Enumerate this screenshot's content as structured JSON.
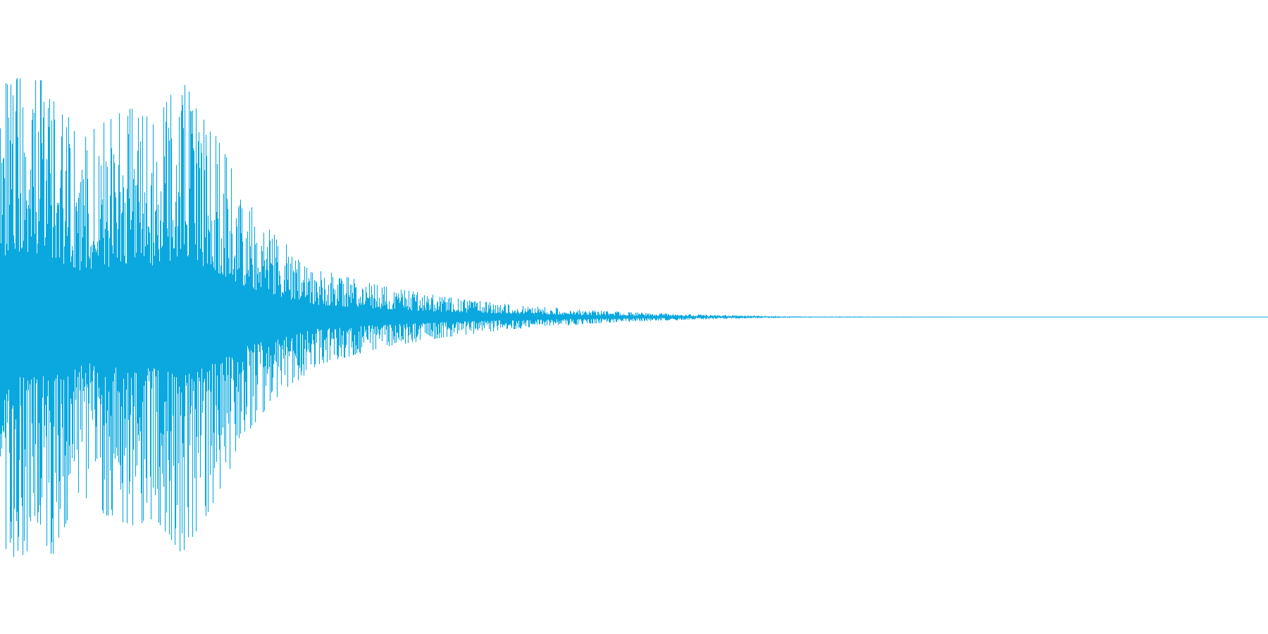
{
  "chart_data": {
    "type": "waveform",
    "title": "",
    "xlabel": "",
    "ylabel": "",
    "grid": false,
    "legend": "none",
    "baseline_amplitude": 0,
    "ylim": [
      -1,
      1
    ],
    "xlim": [
      0,
      1
    ],
    "peak_envelope": {
      "t": [
        0.0,
        0.002,
        0.022,
        0.042,
        0.062,
        0.082,
        0.103,
        0.123,
        0.143,
        0.146,
        0.163,
        0.175,
        0.193,
        0.214,
        0.25,
        0.3,
        0.35,
        0.4,
        0.45,
        0.5,
        0.55,
        0.6,
        0.633,
        1.0
      ],
      "amp": [
        0.92,
        0.86,
        0.84,
        0.84,
        0.62,
        0.7,
        0.74,
        0.72,
        0.84,
        0.82,
        0.7,
        0.6,
        0.42,
        0.3,
        0.17,
        0.11,
        0.072,
        0.045,
        0.028,
        0.016,
        0.009,
        0.004,
        0.002,
        0.0
      ]
    },
    "series": [
      {
        "color": "#0aa8df"
      }
    ]
  }
}
